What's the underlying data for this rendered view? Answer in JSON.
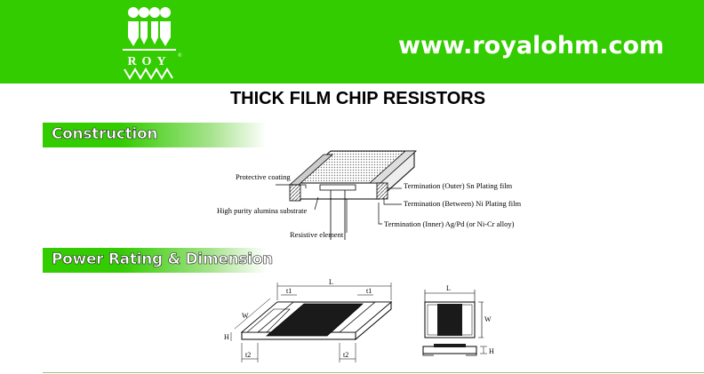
{
  "header": {
    "logo_text": "ROY",
    "url": "www.royalohm.com",
    "bg_color": "#33cc00"
  },
  "page_title": "THICK FILM CHIP RESISTORS",
  "sections": {
    "construction": "Construction",
    "power_rating": "Power Rating & Dimension"
  },
  "construction_labels": {
    "protective_coating": "Protective coating",
    "substrate": "High purity alumina substrate",
    "resistive_element": "Resistive element",
    "termination_outer": "Termination (Outer) Sn Plating film",
    "termination_between": "Termination (Between) Ni Plating film",
    "termination_inner": "Termination (Inner) Ag/Pd (or Ni-Cr alloy)"
  },
  "dimension_labels": {
    "L": "L",
    "W": "W",
    "H": "H",
    "t1": "t1",
    "t2": "t2"
  }
}
